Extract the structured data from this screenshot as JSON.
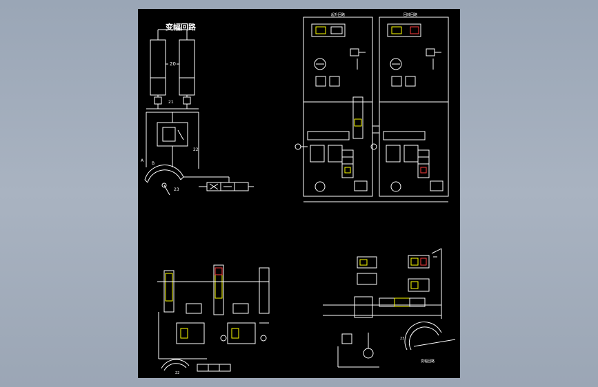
{
  "drawing": {
    "background": "#000000",
    "line_color": "#ffffff",
    "accent_colors": [
      "#ffff00",
      "#ff3b3b",
      "#19ff19"
    ],
    "titles": {
      "luffing_top_left": "变幅回路",
      "luffing_bottom_right": "变幅回路",
      "circuit_right_a": "起升回路",
      "circuit_right_b": "回转回路"
    },
    "labels": {
      "cyl_20": "20",
      "valve_21": "21",
      "valve_22": "22",
      "sector_23": "23",
      "sector_A": "A",
      "sector_B": "B",
      "br_23": "23",
      "bl_22": "22"
    }
  }
}
